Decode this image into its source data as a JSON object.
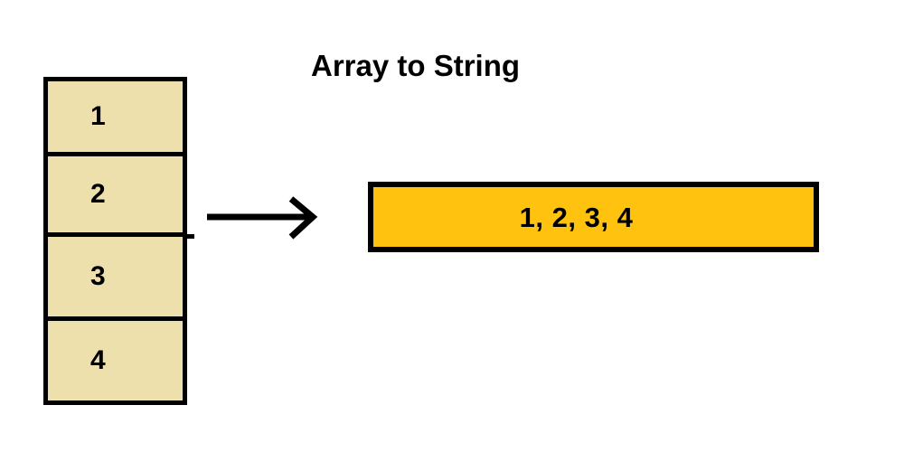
{
  "diagram": {
    "title": "Array to String",
    "background_color": "#FFFFFF",
    "array": {
      "label": "source-array",
      "fill_color": "#EDE0AC",
      "border_color": "#000000",
      "cells": [
        {
          "value": "1"
        },
        {
          "value": "2"
        },
        {
          "value": "3"
        },
        {
          "value": "4"
        }
      ]
    },
    "arrow": {
      "direction": "right",
      "style": "open-chevron",
      "color": "#000000"
    },
    "string_box": {
      "label": "result-string",
      "value": "1, 2, 3, 4",
      "fill_color": "#FFC20E",
      "border_color": "#000000"
    }
  }
}
